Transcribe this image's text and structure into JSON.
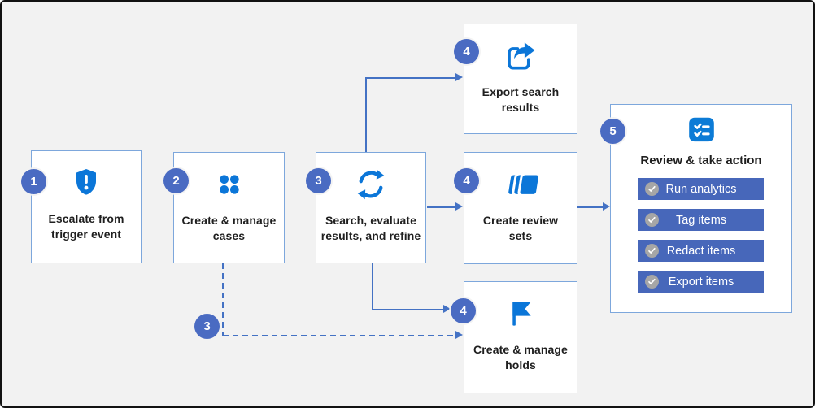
{
  "frame": {
    "background": "#f2f2f2",
    "border_color": "#121212"
  },
  "palette": {
    "icon_blue": "#0b76d8",
    "badge_blue": "#4a6bc2",
    "connector_blue": "#4472c4",
    "node_border_blue": "#7da7dc",
    "button_blue": "#4767ba",
    "check_circle_gray": "#a6a6a6"
  },
  "nodes": {
    "escalate": {
      "step": "1",
      "icon": "shield-alert-icon",
      "label": "Escalate from trigger event",
      "lines": [
        "Escalate from",
        "trigger event"
      ]
    },
    "cases": {
      "step": "2",
      "icon": "grid-dots-icon",
      "label": "Create & manage cases",
      "lines": [
        "Create & manage",
        "cases"
      ]
    },
    "search": {
      "step": "3",
      "icon": "sync-icon",
      "label": "Search, evaluate results, and refine",
      "lines": [
        "Search, evaluate",
        "results, and refine"
      ]
    },
    "exportSearch": {
      "step": "4",
      "icon": "share-export-icon",
      "label": "Export search results",
      "lines": [
        "Export search",
        "results"
      ]
    },
    "reviewSets": {
      "step": "4",
      "icon": "stacked-cards-icon",
      "label": "Create review sets",
      "lines": [
        "Create review",
        "sets"
      ]
    },
    "holds": {
      "step": "4",
      "icon": "flag-icon",
      "label": "Create & manage holds",
      "lines": [
        "Create & manage",
        "holds"
      ]
    },
    "review": {
      "step": "5",
      "icon": "checklist-icon",
      "label": "Review & take action",
      "actions": [
        "Run analytics",
        "Tag items",
        "Redact items",
        "Export items"
      ]
    }
  },
  "connectorBadge": {
    "step": "3",
    "note": "badge on dashed connector from cases to holds"
  }
}
